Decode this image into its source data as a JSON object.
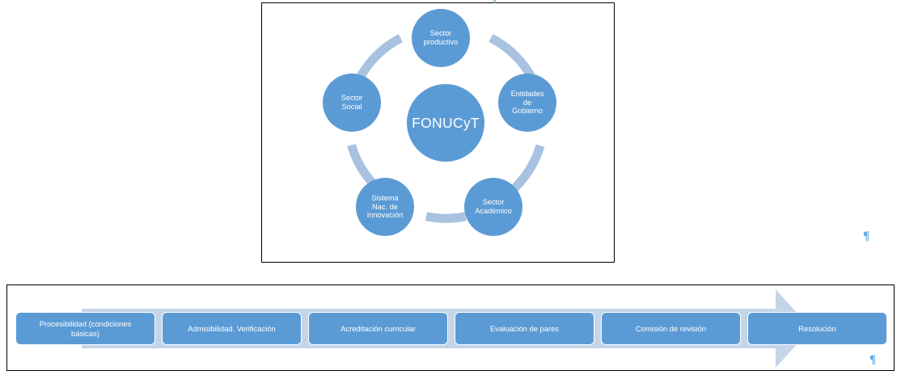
{
  "colors": {
    "node_fill": "#5B9BD5",
    "ring": "#A8C2E0",
    "arrow": "#C5D5E8",
    "text_on_fill": "#FFFFFF",
    "panel_border": "#000000",
    "pilcrow": "#58ABE0"
  },
  "diagram": {
    "name": "radial-cycle-diagram",
    "hub": {
      "label": "FONUCyT"
    },
    "nodes": [
      {
        "id": "sector-productivo",
        "label": "Sector\nproductivo"
      },
      {
        "id": "entidades-de-gobierno",
        "label": "Entidades\nde\nGobierno"
      },
      {
        "id": "sector-academico",
        "label": "Sector\nAcadémico"
      },
      {
        "id": "sistema-nac-de-innovacion",
        "label": "Sistema\nNac. de\nInnovación"
      },
      {
        "id": "sector-social",
        "label": "Sector\nSocial"
      }
    ]
  },
  "process": {
    "name": "process-flow-diagram",
    "steps": [
      {
        "id": "procesibilidad",
        "label": "Procesibilidad (condiciones\nbásicas)"
      },
      {
        "id": "admisibilidad",
        "label": "Admisibilidad. Verificación"
      },
      {
        "id": "acreditacion",
        "label": "Acreditación curricular"
      },
      {
        "id": "evaluacion-pares",
        "label": "Evaluación de pares"
      },
      {
        "id": "comision-revision",
        "label": "Comisión de revisión"
      },
      {
        "id": "resolucion",
        "label": "Resolución"
      }
    ]
  },
  "marks": {
    "pilcrow_glyph": "¶"
  }
}
